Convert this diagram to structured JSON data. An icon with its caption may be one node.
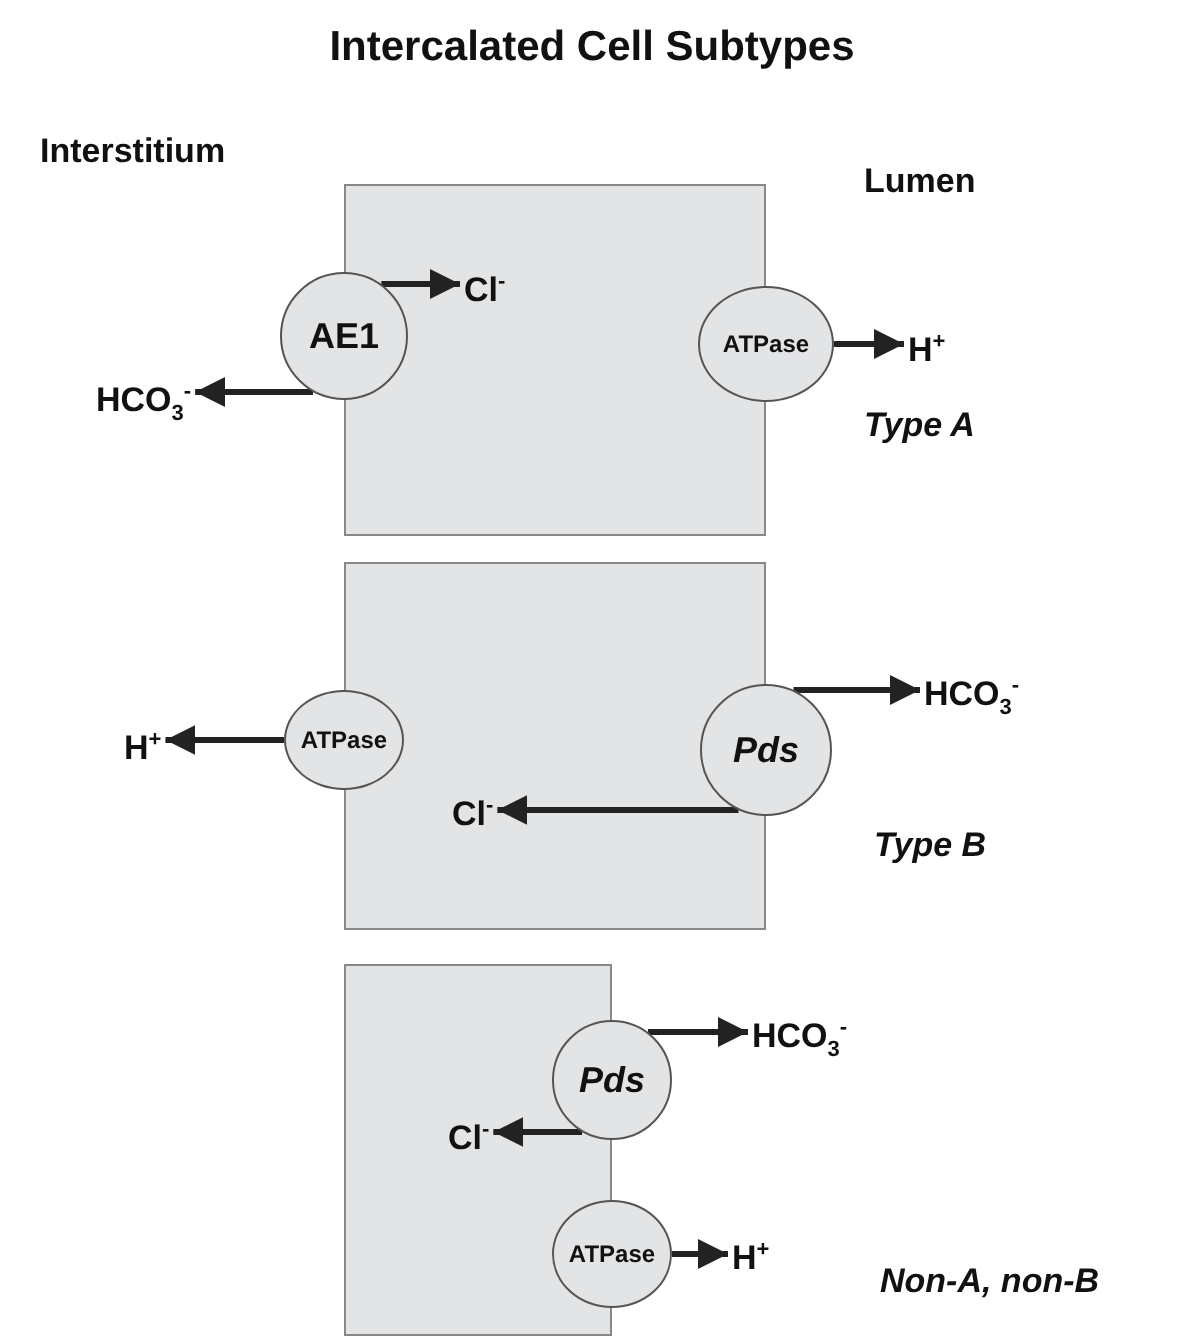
{
  "diagram": {
    "title": "Intercalated Cell Subtypes",
    "nodes": [
      {
        "text": [],
        "shape": "box"
      },
      {
        "text": [
          "AE1"
        ]
      },
      {
        "text": [
          "Cl$^{-}$"
        ],
        "in": 0
      },
      {
        "text": [
          "HCO$_{3}$$^{-}$"
        ]
      },
      {
        "text": [
          "ATPase"
        ]
      },
      {
        "text": [
          "H$^{+}$"
        ]
      },
      {
        "text": [],
        "shape": "box"
      },
      {
        "text": [
          "ATPase"
        ]
      },
      {
        "text": [
          "H$^{+}$"
        ]
      },
      {
        "text": [
          "Pds"
        ]
      },
      {
        "text": [
          "HCO$_{3}$$^{-}$"
        ]
      },
      {
        "text": [
          "Cl$^{-}$"
        ],
        "in": 6
      },
      {
        "text": [],
        "shape": "box"
      },
      {
        "text": [
          "Pds"
        ]
      },
      {
        "text": [
          "HCO$_{3}$$^{-}$"
        ]
      },
      {
        "text": [
          "Cl$^{-}$"
        ],
        "in": 12
      },
      {
        "text": [
          "ATPase"
        ]
      },
      {
        "text": [
          "H$^{+}$"
        ]
      }
    ],
    "edges": [
      {
        "from": 1,
        "to": 2,
        "arrow": "to"
      },
      {
        "from": 1,
        "to": 3,
        "arrow": "to"
      },
      {
        "from": 4,
        "to": 5,
        "arrow": "to"
      },
      {
        "from": 7,
        "to": 8,
        "arrow": "to"
      },
      {
        "from": 9,
        "to": 10,
        "arrow": "to"
      },
      {
        "from": 9,
        "to": 11,
        "arrow": "to"
      },
      {
        "from": 13,
        "to": 14,
        "arrow": "to"
      },
      {
        "from": 13,
        "to": 15,
        "arrow": "to"
      },
      {
        "from": 16,
        "to": 17,
        "arrow": "to"
      }
    ],
    "labels": [
      "Interstitium",
      "Lumen",
      "Type A",
      "Type B",
      "Non-A, non-B"
    ]
  }
}
